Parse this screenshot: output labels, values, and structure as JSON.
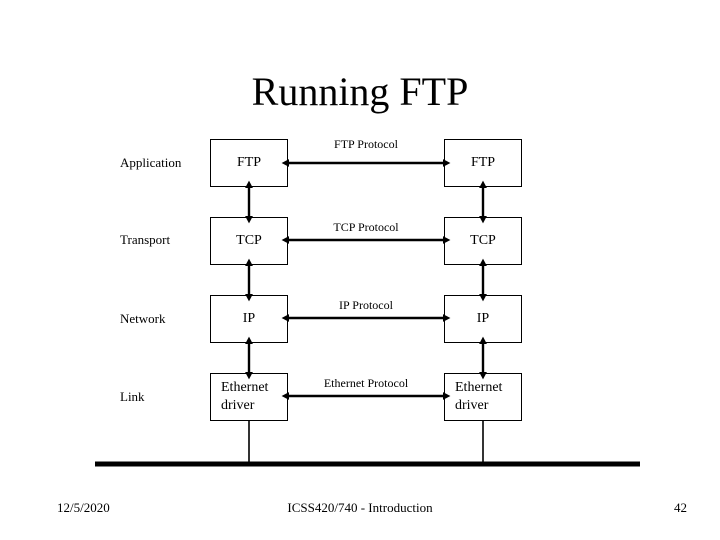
{
  "slide": {
    "title": "Running FTP",
    "layers": [
      {
        "name": "Application",
        "label": "Application"
      },
      {
        "name": "Transport",
        "label": "Transport"
      },
      {
        "name": "Network",
        "label": "Network"
      },
      {
        "name": "Link",
        "label": "Link"
      }
    ],
    "host_left": {
      "boxes": [
        {
          "name": "ftp",
          "text": "FTP"
        },
        {
          "name": "tcp",
          "text": "TCP"
        },
        {
          "name": "ip",
          "text": "IP"
        },
        {
          "name": "ethernet",
          "line1": "Ethernet",
          "line2": "driver"
        }
      ]
    },
    "host_right": {
      "boxes": [
        {
          "name": "ftp",
          "text": "FTP"
        },
        {
          "name": "tcp",
          "text": "TCP"
        },
        {
          "name": "ip",
          "text": "IP"
        },
        {
          "name": "ethernet",
          "line1": "Ethernet",
          "line2": "driver"
        }
      ]
    },
    "protocol_links": [
      {
        "name": "ftp-protocol",
        "label": "FTP Protocol"
      },
      {
        "name": "tcp-protocol",
        "label": "TCP Protocol"
      },
      {
        "name": "ip-protocol",
        "label": "IP Protocol"
      },
      {
        "name": "ethernet-protocol",
        "label": "Ethernet Protocol"
      }
    ],
    "colors": {
      "background": "#ffffff",
      "ink": "#000000",
      "box_border": "#000000",
      "bus_line": "#000000"
    }
  },
  "footer": {
    "date": "12/5/2020",
    "center": "ICSS420/740 - Introduction",
    "page_number": "42"
  }
}
